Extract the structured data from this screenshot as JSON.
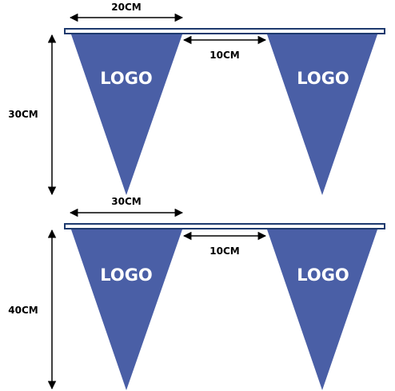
{
  "colors": {
    "flag": "#4a5fa6",
    "rope": "#1e3a6e",
    "arrow": "#000000"
  },
  "top_diagram": {
    "width_label": "20CM",
    "gap_label": "10CM",
    "height_label": "30CM",
    "flag_left_logo": "LOGO",
    "flag_right_logo": "LOGO"
  },
  "bottom_diagram": {
    "width_label": "30CM",
    "gap_label": "10CM",
    "height_label": "40CM",
    "flag_left_logo": "LOGO",
    "flag_right_logo": "LOGO"
  }
}
